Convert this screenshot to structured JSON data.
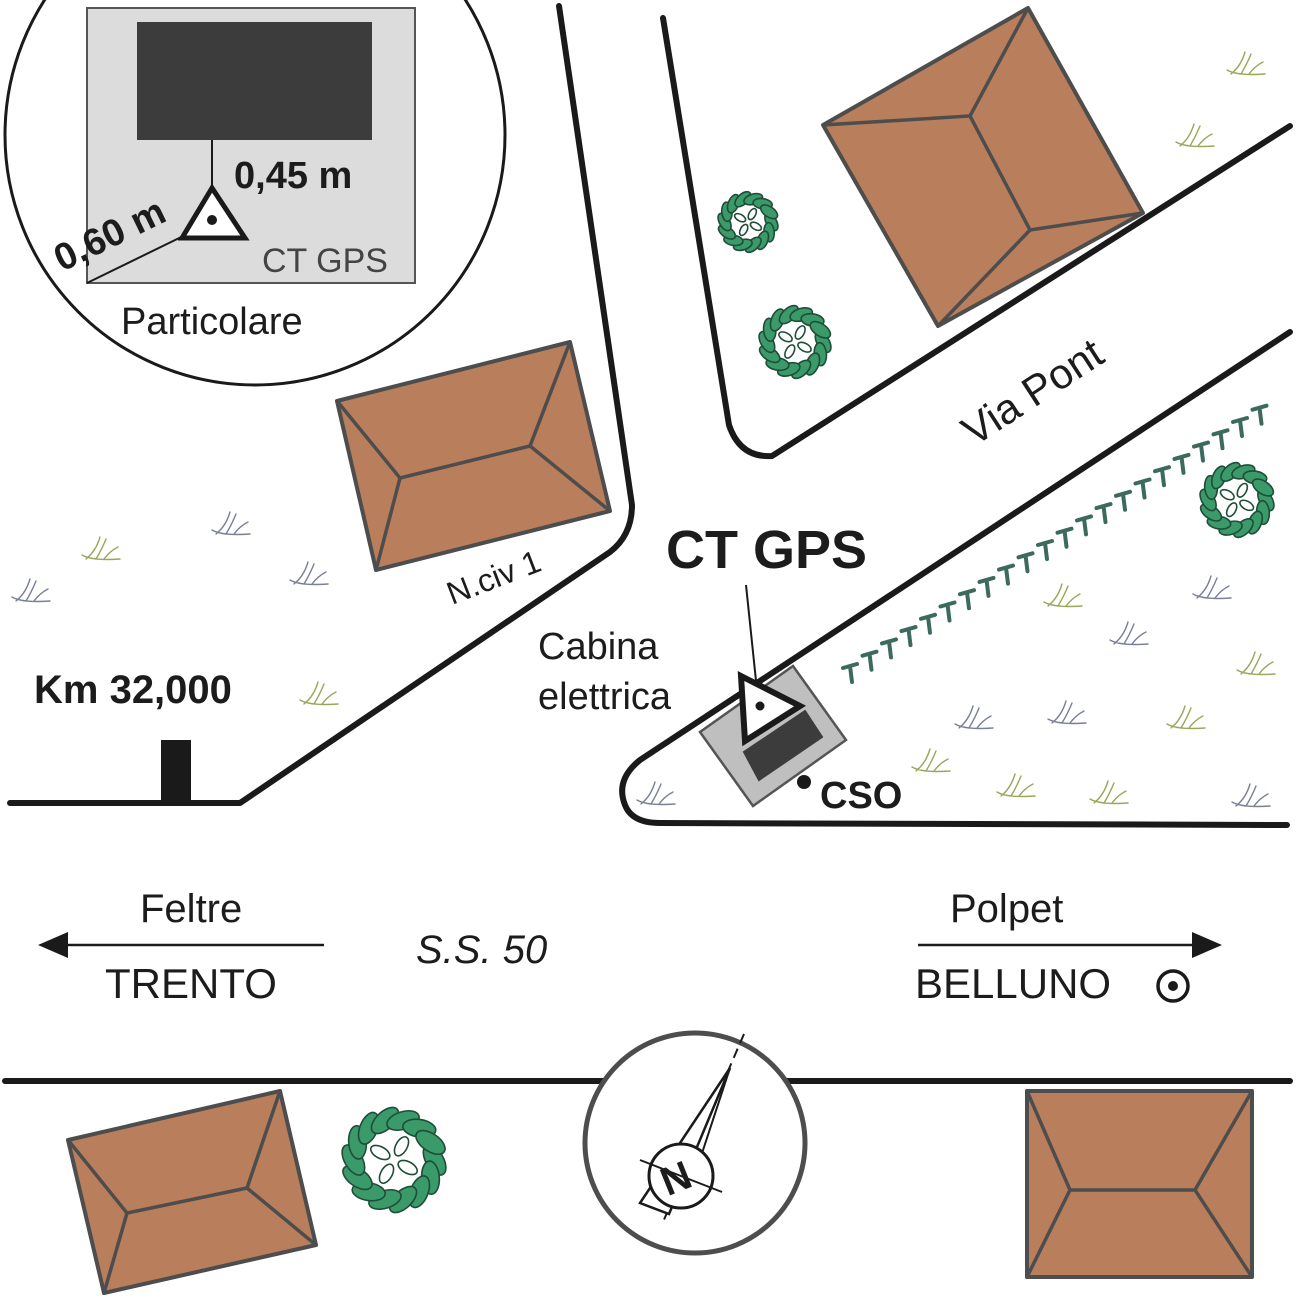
{
  "detail_inset": {
    "title": "Particolare",
    "distance_front": "0,45 m",
    "distance_side": "0,60 m",
    "point_label": "CT GPS"
  },
  "streets": {
    "main_road": "S.S. 50",
    "side_street": "Via Pont"
  },
  "house_number": "N.civ 1",
  "kilometre_marker": "Km 32,000",
  "station": {
    "name": "CT GPS",
    "reference": "Cabina\nelettrica",
    "reference_line1": "Cabina",
    "reference_line2": "elettrica",
    "nearby_point": "CSO"
  },
  "directions": {
    "west_near": "Feltre",
    "west_far": "TRENTO",
    "east_near": "Polpet",
    "east_far": "BELLUNO"
  },
  "north_arrow": {
    "letter": "N"
  },
  "colors": {
    "roof": "#b97e5b",
    "roof_outline": "#4d4d4d",
    "tree": "#3a9a6a",
    "inset_fill": "#dcdcdc",
    "cabin_fill": "#bfbfbf",
    "cabin_interior": "#3c3c3c",
    "hedge": "#3c6a5e"
  }
}
